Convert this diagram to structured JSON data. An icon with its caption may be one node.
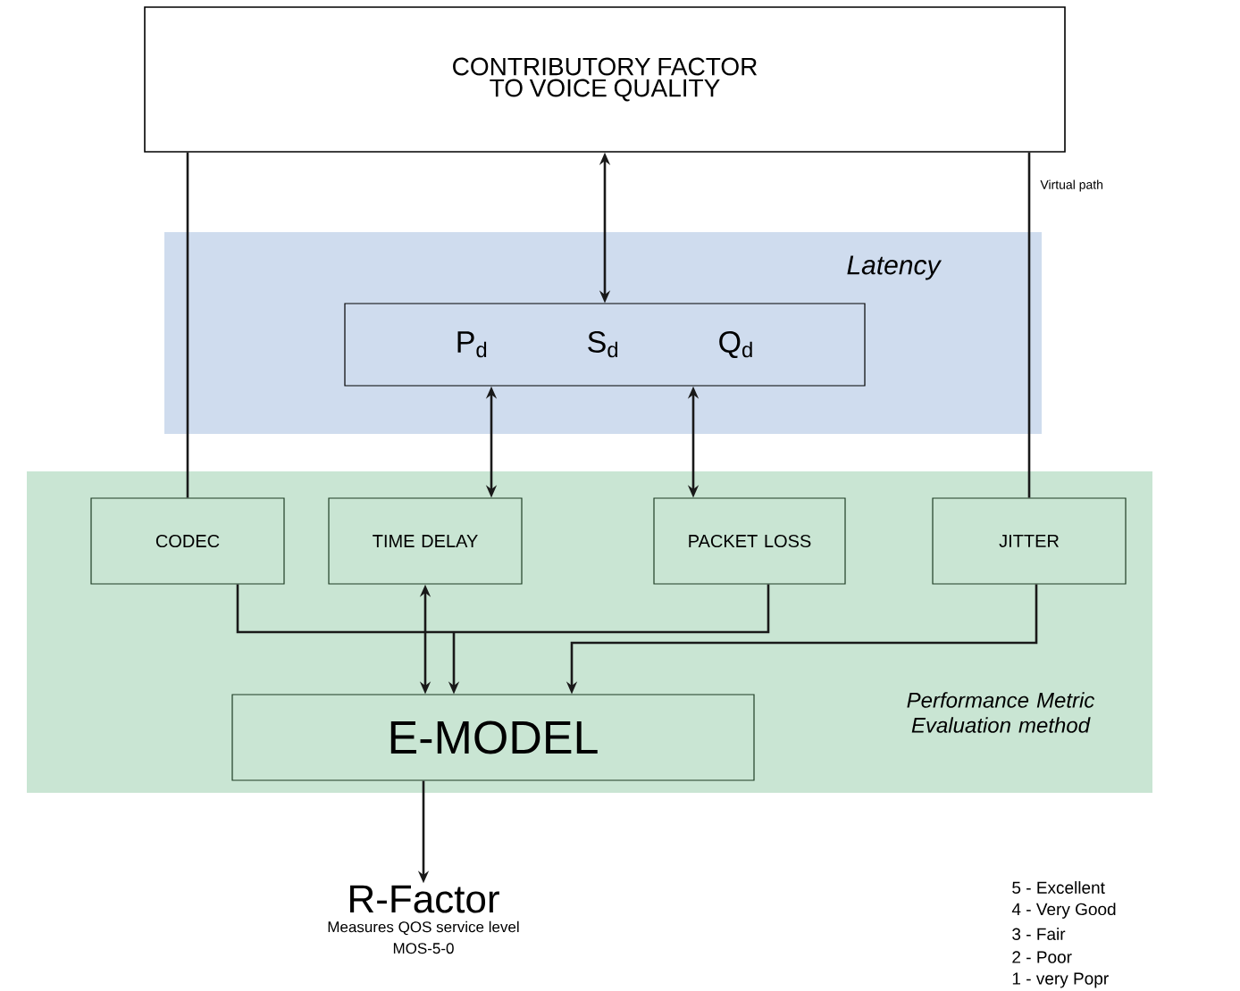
{
  "diagram": {
    "nodes": [
      {
        "text": [
          "CONTRIBUTORY FACTOR TO VOICE QUALITY"
        ]
      },
      {
        "text": [
          "Latency"
        ]
      },
      {
        "text": [
          "P$_{d}$",
          "S$_{d}$",
          "Q$_{d}$"
        ],
        "in": 1
      },
      {
        "text": [
          "Performance Metric Evaluation method"
        ]
      },
      {
        "text": [
          "CODEC"
        ],
        "in": 3
      },
      {
        "text": [
          "TIME DELAY"
        ],
        "in": 3
      },
      {
        "text": [
          "PACKET LOSS"
        ],
        "in": 3
      },
      {
        "text": [
          "JITTER"
        ],
        "in": 3
      },
      {
        "text": [
          "E-MODEL"
        ],
        "in": 3
      },
      {
        "text": [
          "R-Factor",
          "Measures QOS service level",
          "MOS-5-0"
        ]
      }
    ],
    "edges": [
      {
        "from": 0,
        "to": 2,
        "arrow": "both"
      },
      {
        "from": 0,
        "to": 4,
        "arrow": "none"
      },
      {
        "from": 0,
        "to": 7,
        "arrow": "none",
        "label": "Virtual path"
      },
      {
        "from": 2,
        "to": 5,
        "arrow": "both"
      },
      {
        "from": 2,
        "to": 6,
        "arrow": "both"
      },
      {
        "from": 4,
        "to": 8,
        "arrow": "to"
      },
      {
        "from": 6,
        "to": 8,
        "arrow": "to"
      },
      {
        "from": 5,
        "to": 8,
        "arrow": "both"
      },
      {
        "from": 7,
        "to": 8,
        "arrow": "to"
      },
      {
        "from": 8,
        "to": 9,
        "arrow": "to"
      }
    ],
    "labels": [
      "5 - Excellent",
      "4 - Very Good",
      "3 - Fair",
      "2 - Poor",
      "1 - very Popr"
    ]
  }
}
